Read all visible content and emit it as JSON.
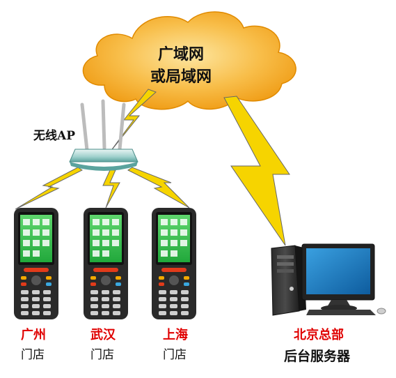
{
  "cloud": {
    "line1": "广域网",
    "line2": "或局域网"
  },
  "ap": {
    "label": "无线AP"
  },
  "terminals": [
    {
      "city": "广州",
      "store": "门店"
    },
    {
      "city": "武汉",
      "store": "门店"
    },
    {
      "city": "上海",
      "store": "门店"
    }
  ],
  "server": {
    "hq": "北京总部",
    "label": "后台服务器"
  },
  "colors": {
    "cloud": "#f5a623",
    "lightning": "#f6d400",
    "lightning_stroke": "#555555",
    "city_text": "#e00000",
    "terminal_body": "#2a2a2a",
    "screen_green": "#2fbf4a",
    "monitor_screen": "#1673b8"
  }
}
